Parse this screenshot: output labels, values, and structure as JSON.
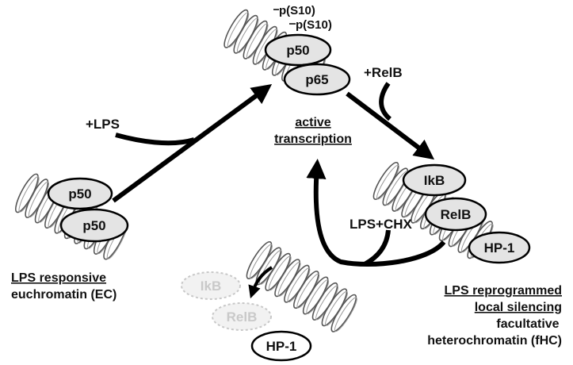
{
  "ec_complex": {
    "proteins": [
      "p50",
      "p50"
    ],
    "caption_line1": "LPS responsive",
    "caption_line2": "euchromatin (EC)"
  },
  "active_complex": {
    "phospho_labels": [
      "p(S10)",
      "p(S10)"
    ],
    "proteins": [
      "p50",
      "p65"
    ],
    "caption_line1": "active",
    "caption_line2": "transcription"
  },
  "fhc_complex": {
    "proteins": [
      "IkB",
      "RelB",
      "HP-1"
    ],
    "caption_line1": "LPS reprogrammed",
    "caption_line2": "local silencing",
    "caption_line3": "facultative",
    "caption_line4": "heterochromatin (fHC)"
  },
  "released": {
    "proteins": [
      "IkB",
      "RelB",
      "HP-1"
    ]
  },
  "arrows": {
    "lps": "+LPS",
    "relb": "+RelB",
    "lps_chx": "LPS+CHX"
  }
}
